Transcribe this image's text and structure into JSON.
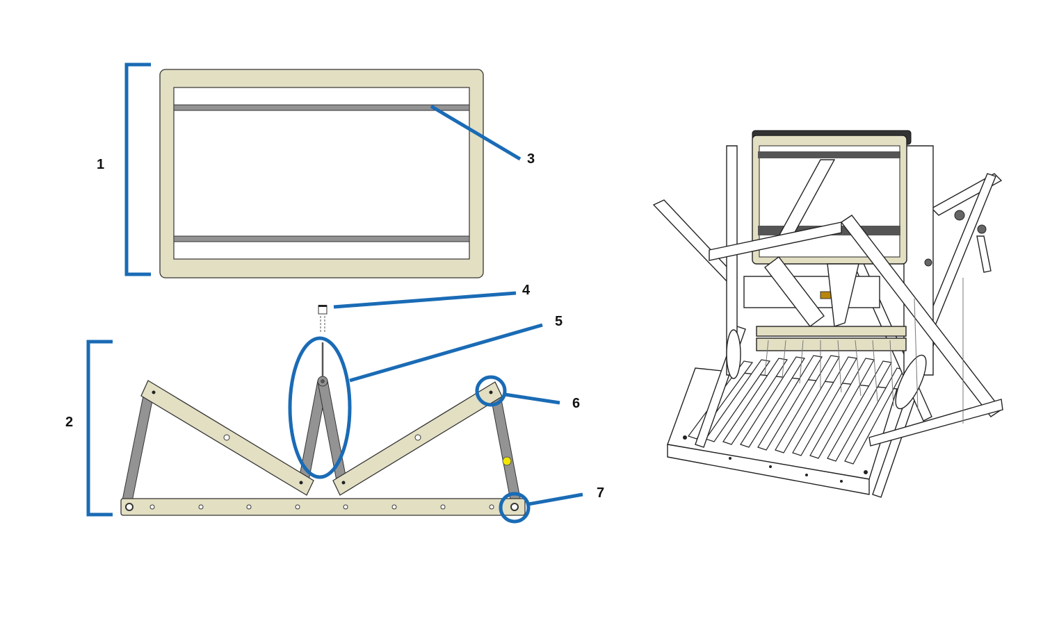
{
  "labels": {
    "l1": "1",
    "l2": "2",
    "l3": "3",
    "l4": "4",
    "l5": "5",
    "l6": "6",
    "l7": "7"
  },
  "colors": {
    "callout": "#1a6bb5",
    "wood": "#e3dfc3",
    "metal": "#939393",
    "highlight": "#f2e600"
  }
}
